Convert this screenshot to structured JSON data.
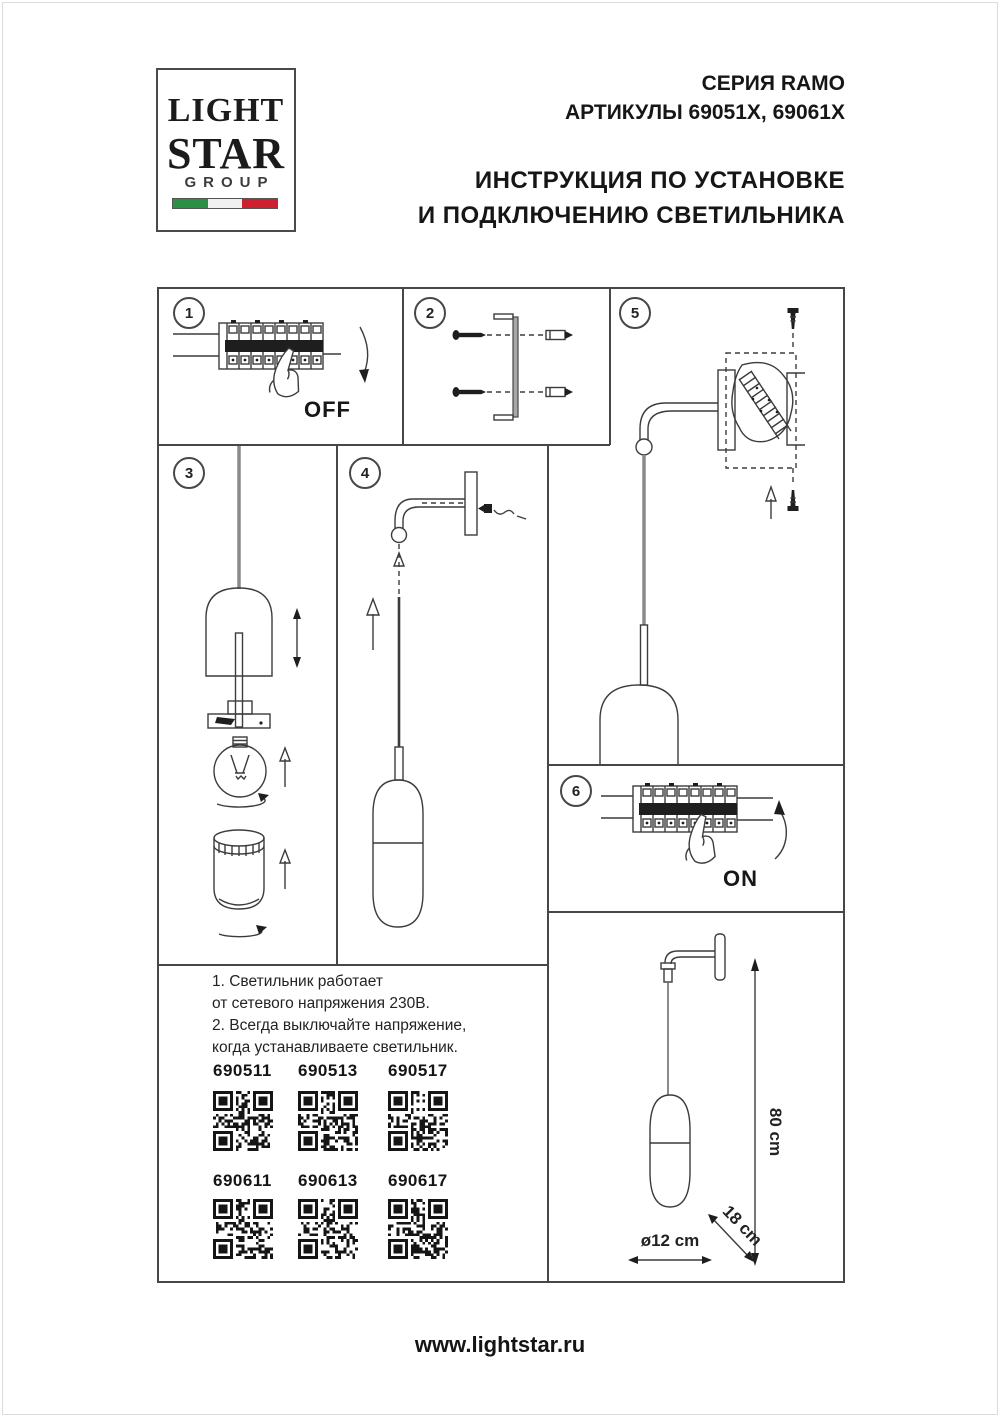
{
  "logo": {
    "line1": "LIGHT",
    "line2": "STAR",
    "line3": "GROUP"
  },
  "header": {
    "series": "СЕРИЯ RAMO",
    "articles": "АРТИКУЛЫ 69051X, 69061X",
    "title_line1": "ИНСТРУКЦИЯ ПО УСТАНОВКЕ",
    "title_line2": "И ПОДКЛЮЧЕНИЮ СВЕТИЛЬНИКА"
  },
  "steps": {
    "s1": "1",
    "s2": "2",
    "s3": "3",
    "s4": "4",
    "s5": "5",
    "s6": "6"
  },
  "switch_labels": {
    "off": "OFF",
    "on": "ON"
  },
  "notes": {
    "line1": "1. Светильник работает",
    "line2": "от сетевого напряжения 230В.",
    "line3": "2. Всегда выключайте напряжение,",
    "line4": "когда устанавливаете светильник."
  },
  "products": [
    {
      "code": "690511"
    },
    {
      "code": "690513"
    },
    {
      "code": "690517"
    },
    {
      "code": "690611"
    },
    {
      "code": "690613"
    },
    {
      "code": "690617"
    }
  ],
  "dimensions": {
    "height": "80 cm",
    "depth": "18 cm",
    "diameter": "ø12 cm"
  },
  "footer": {
    "url": "www.lightstar.ru"
  },
  "colors": {
    "line": "#474747",
    "flag_green": "#2a9144",
    "flag_white": "#f0f0f0",
    "flag_red": "#cf2030"
  }
}
